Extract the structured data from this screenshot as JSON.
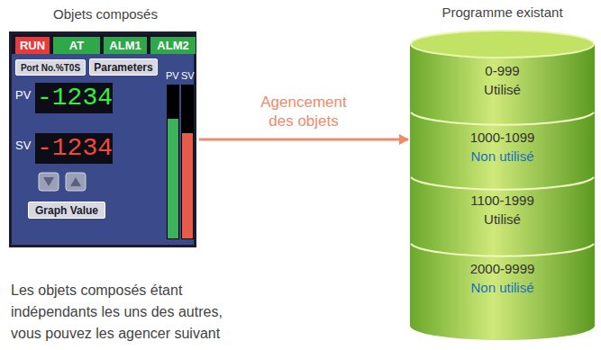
{
  "diagram": {
    "nodes": [
      {
        "text": [
          "Objets composés"
        ]
      },
      {
        "text": [
          "RUN"
        ],
        "in": 0
      },
      {
        "text": [
          "AT"
        ],
        "in": 0
      },
      {
        "text": [
          "ALM1"
        ],
        "in": 0
      },
      {
        "text": [
          "ALM2"
        ],
        "in": 0
      },
      {
        "text": [
          "Port No.%T0S"
        ],
        "in": 0
      },
      {
        "text": [
          "Parameters"
        ],
        "in": 0
      },
      {
        "text": [
          "Graph Value"
        ],
        "in": 0
      },
      {
        "text": [
          "Programme existant"
        ]
      },
      {
        "text": [
          "0-999",
          "Utilisé"
        ],
        "in": 8
      },
      {
        "text": [
          "1000-1099",
          "Non utilisé"
        ],
        "in": 8
      },
      {
        "text": [
          "1100-1999",
          "Utilisé"
        ],
        "in": 8
      },
      {
        "text": [
          "2000-9999",
          "Non utilisé"
        ],
        "in": 8
      }
    ],
    "edges": [
      {
        "from": 0,
        "to": 8,
        "label": "Agencement des objets",
        "arrow": "to"
      }
    ],
    "labels": [
      "PV",
      "-1234",
      "SV",
      "-1234",
      "PV",
      "SV",
      "Les objets composés étant indépendants les uns des autres, vous pouvez les agencer suivant"
    ]
  }
}
